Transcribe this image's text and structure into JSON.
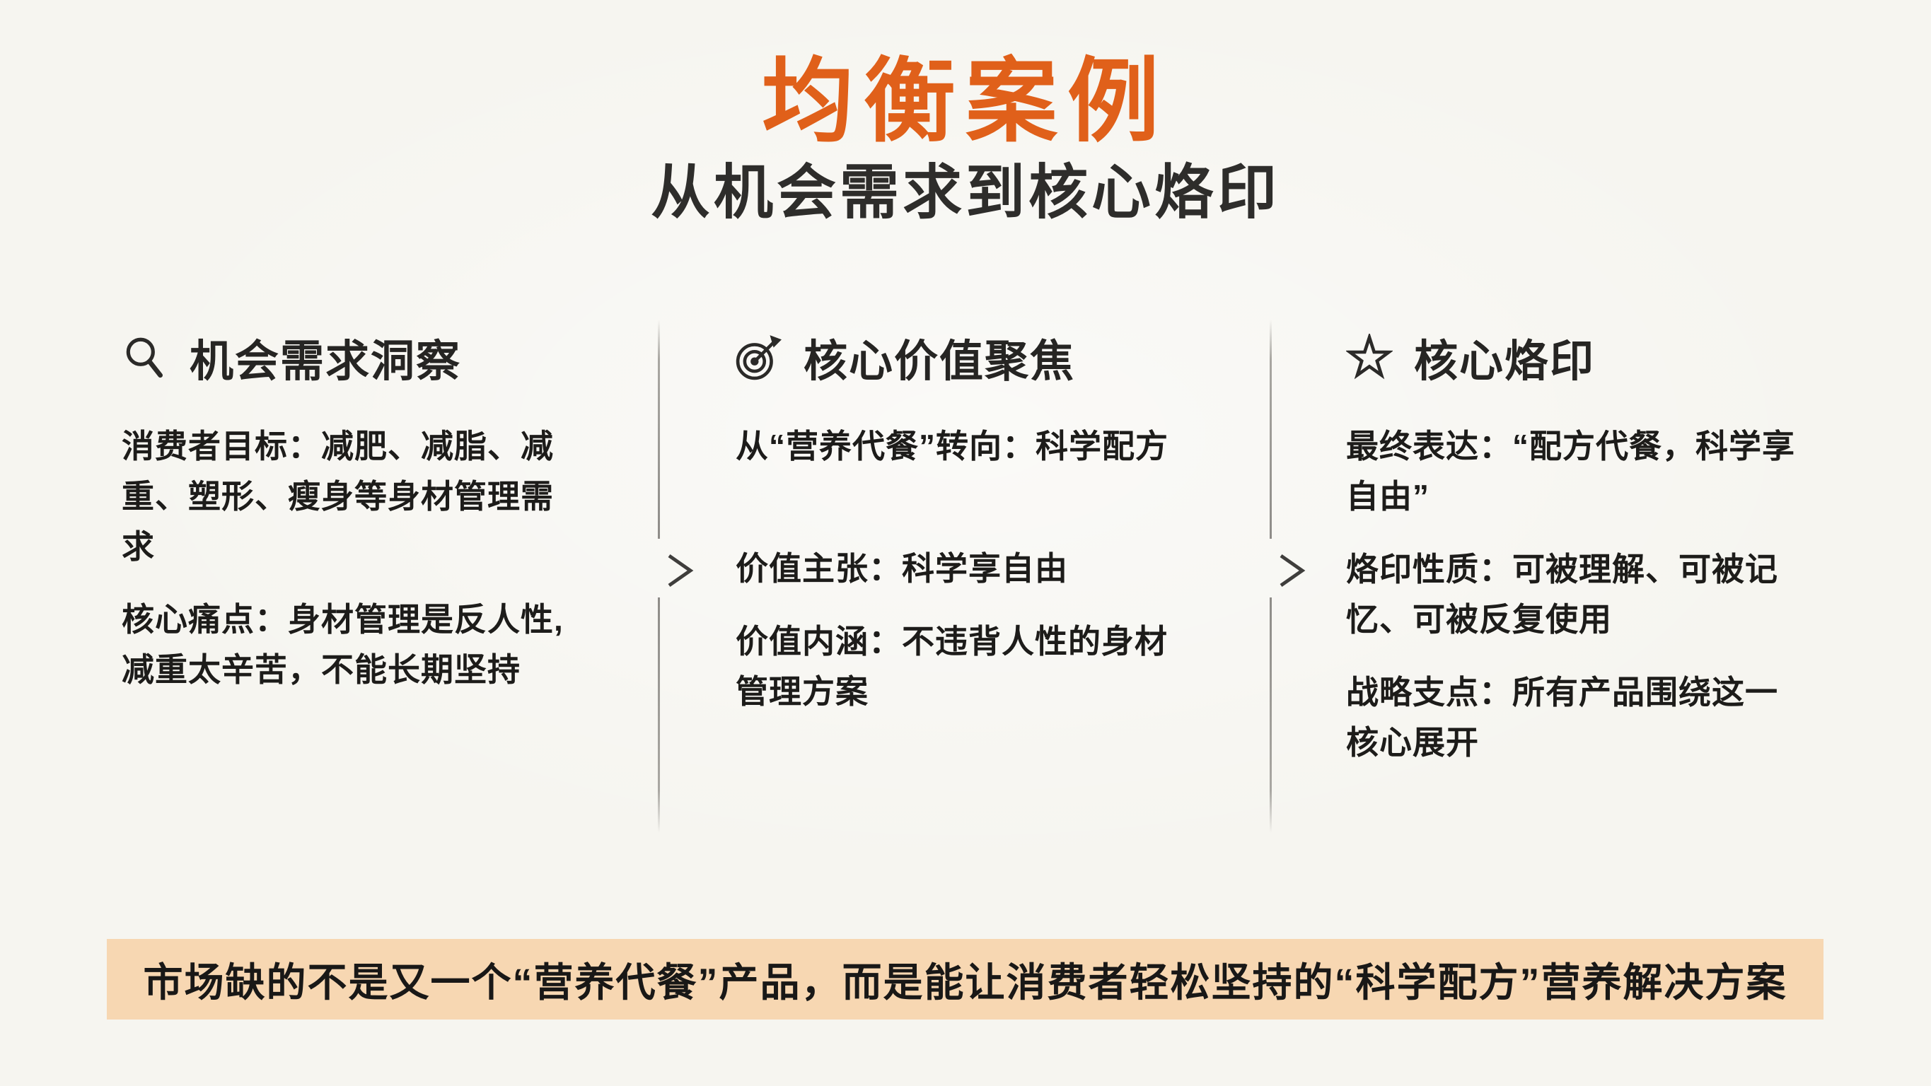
{
  "header": {
    "title": "均衡案例",
    "subtitle": "从机会需求到核心烙印"
  },
  "columns": [
    {
      "icon": "search-icon",
      "title": "机会需求洞察",
      "paragraphs": [
        "消费者目标：减肥、减脂、减\n重、塑形、瘦身等身材管理需\n求",
        "核心痛点：身材管理是反人性,\n减重太辛苦，不能长期坚持"
      ]
    },
    {
      "icon": "target-icon",
      "title": "核心价值聚焦",
      "paragraphs": [
        "从“营养代餐”转向：科学配方",
        "价值主张：科学享自由",
        "价值内涵：不违背人性的身材\n管理方案"
      ]
    },
    {
      "icon": "star-icon",
      "title": "核心烙印",
      "paragraphs": [
        "最终表达：“配方代餐，科学享\n自由”",
        "烙印性质：可被理解、可被记\n忆、可被反复使用",
        "战略支点：所有产品围绕这一\n核心展开"
      ]
    }
  ],
  "banner": {
    "text": "市场缺的不是又一个“营养代餐”产品，而是能让消费者轻松坚持的“科学配方”营养解决方案"
  },
  "colors": {
    "background": "#F6F5F0",
    "accent_orange": "#E0601A",
    "body_text": "#1D1C1A",
    "banner_background": "#F7D7B2",
    "divider_gray": "#A9A7A2"
  }
}
